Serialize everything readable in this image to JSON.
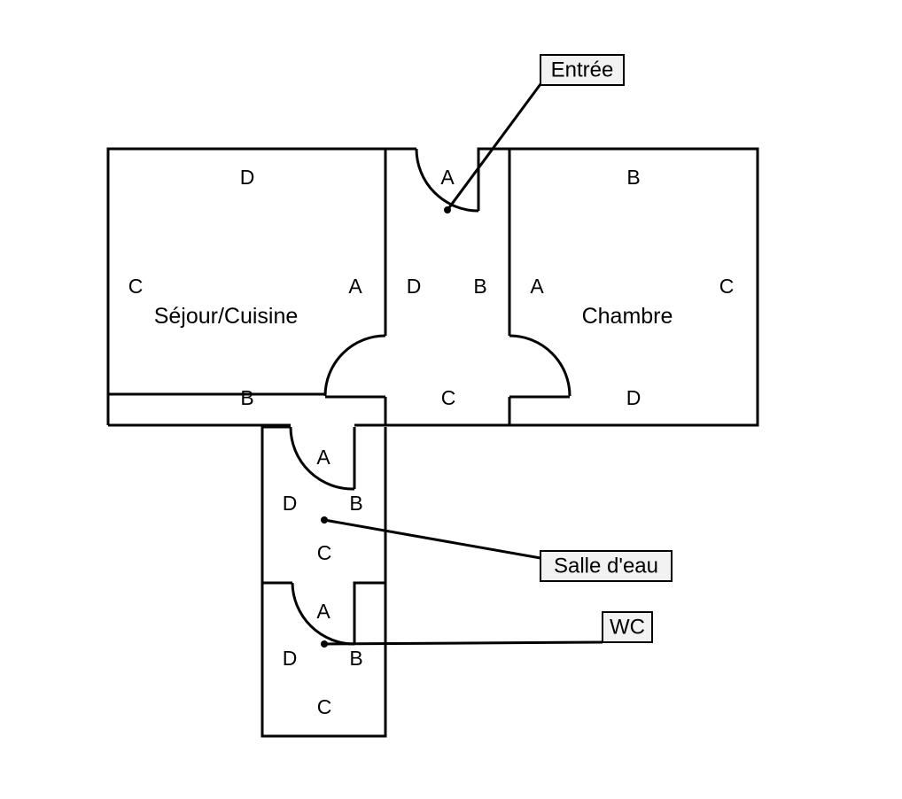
{
  "rooms": {
    "sejour": {
      "name": "Séjour/Cuisine",
      "walls": {
        "a": "A",
        "b": "B",
        "c": "C",
        "d": "D"
      }
    },
    "entree": {
      "walls": {
        "a": "A",
        "b": "B",
        "c": "C",
        "d": "D"
      }
    },
    "chambre": {
      "name": "Chambre",
      "walls": {
        "a": "A",
        "b": "B",
        "c": "C",
        "d": "D"
      }
    },
    "salle_deau": {
      "walls": {
        "a": "A",
        "b": "B",
        "c": "C",
        "d": "D"
      }
    },
    "wc": {
      "walls": {
        "a": "A",
        "b": "B",
        "c": "C",
        "d": "D"
      }
    }
  },
  "callouts": {
    "entree": "Entrée",
    "salle_deau": "Salle d'eau",
    "wc": "WC"
  }
}
